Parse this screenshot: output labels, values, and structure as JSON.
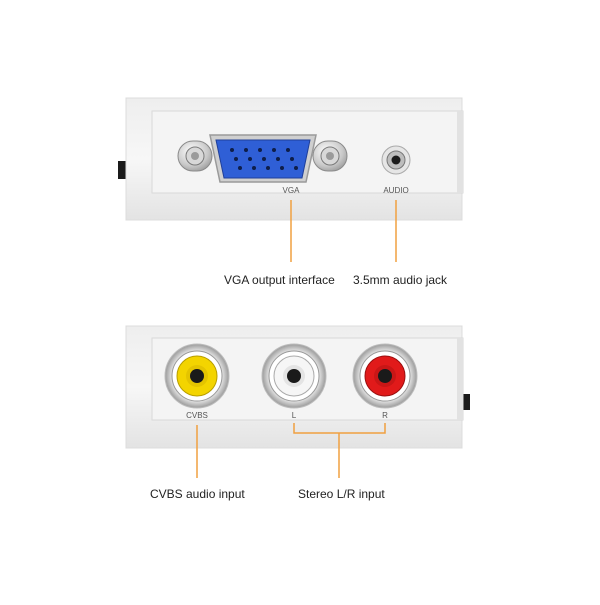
{
  "top_panel": {
    "port_labels": {
      "vga": "VGA",
      "audio": "AUDIO"
    },
    "callouts": {
      "vga": "VGA output interface",
      "audio": "3.5mm audio jack"
    }
  },
  "bottom_panel": {
    "port_labels": {
      "cvbs": "CVBS",
      "left": "L",
      "right": "R"
    },
    "callouts": {
      "cvbs": "CVBS audio input",
      "stereo": "Stereo L/R input"
    }
  },
  "colors": {
    "leader_line": "#f0a040",
    "vga_port": "#2f5fd6",
    "rca_yellow": "#f3d400",
    "rca_white": "#f6f6f6",
    "rca_red": "#e11a1a"
  },
  "icons": [
    "vga-port-icon",
    "audio-jack-icon",
    "rca-yellow-icon",
    "rca-white-icon",
    "rca-red-icon"
  ]
}
